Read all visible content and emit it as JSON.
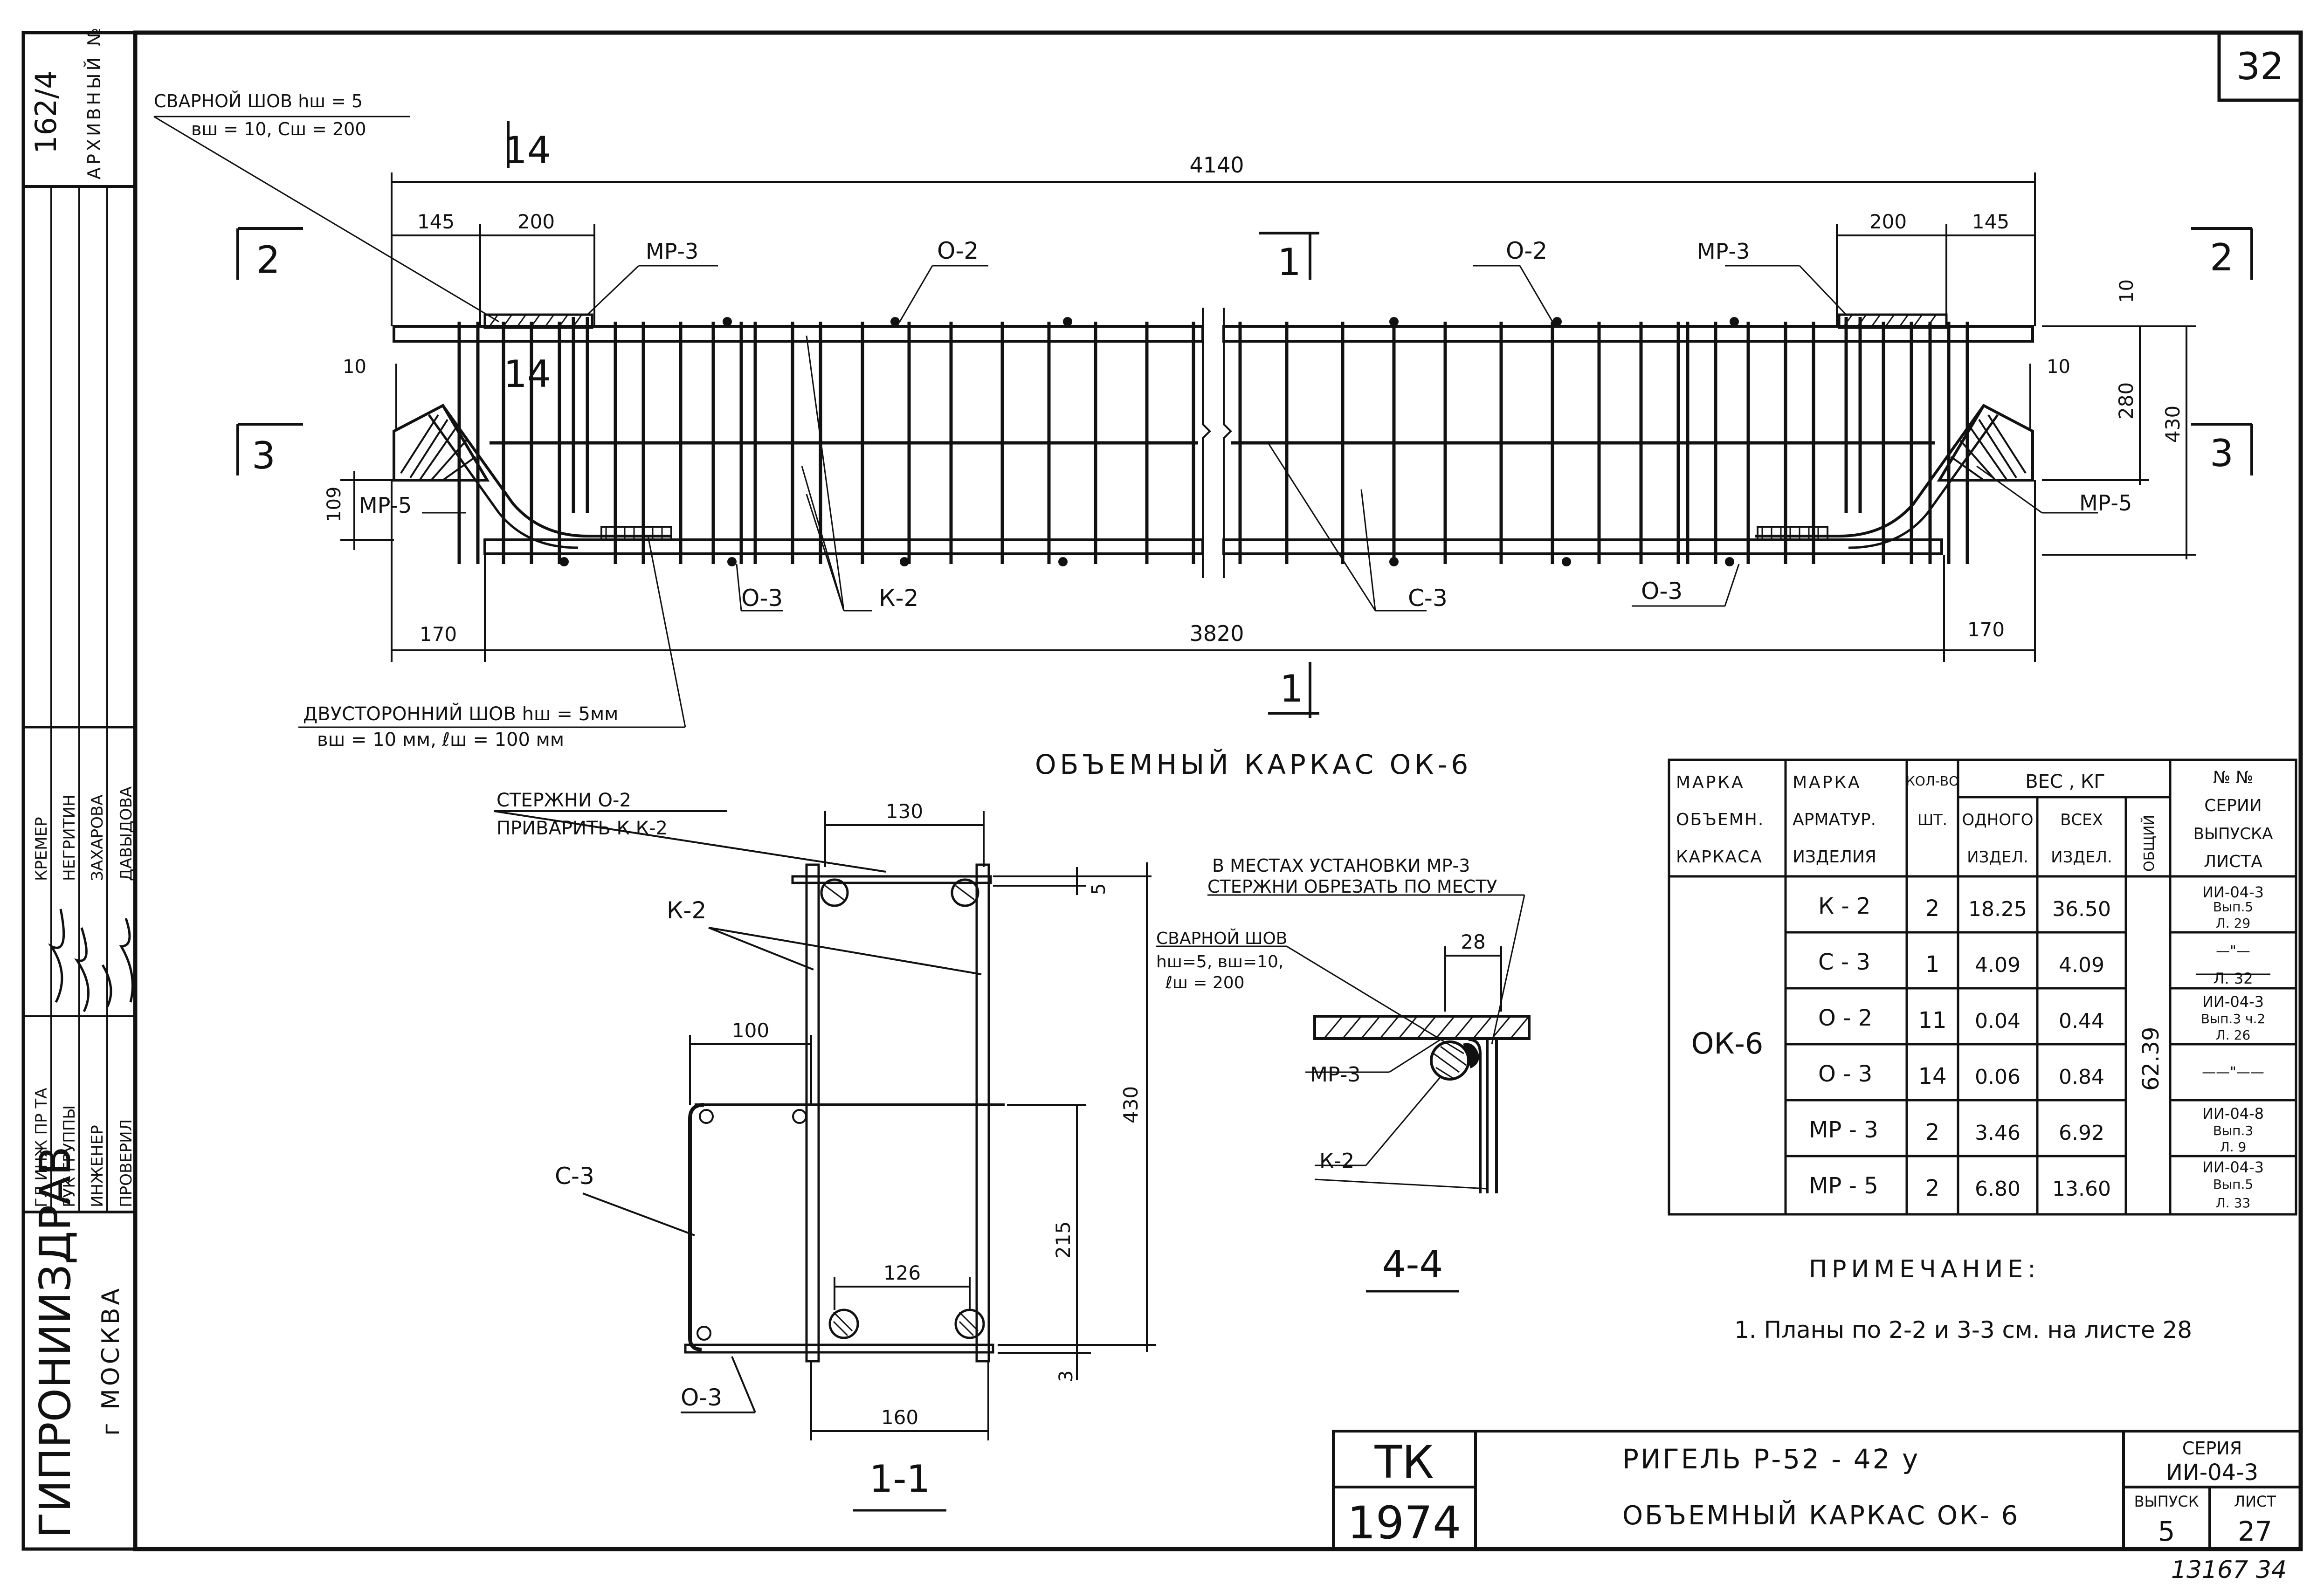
{
  "sheet_number": "32",
  "archive": {
    "number": "162/4",
    "label": "АРХИВНЫЙ №"
  },
  "side_stamp": {
    "org": "ГИПРОНИИЗДРАВ",
    "city": "г МОСКВА",
    "roles": [
      "ГЛ ИНЖ ПР ТА",
      "РУК ГРУППЫ",
      "ИНЖЕНЕР",
      "ПРОВЕРИЛ"
    ],
    "names": [
      "КРЕМЕР",
      "НЕГРИТИН",
      "ЗАХАРОВА",
      "ДАВЫДОВА"
    ]
  },
  "main_view": {
    "weld_note_line1": "СВАРНОЙ ШОВ hш = 5",
    "weld_note_line2": "вш = 10, Сш = 200",
    "section_14": "14",
    "total_length": "4140",
    "bottom_length": "3820",
    "dim_145": "145",
    "dim_200": "200",
    "dim_170": "170",
    "dim_10": "10",
    "dim_109": "109",
    "dim_280": "280",
    "dim_430": "430",
    "labels": {
      "mp3": "МР-3",
      "o2": "О-2",
      "mp5": "МР-5",
      "o3": "О-3",
      "k2": "К-2",
      "c3": "С-3"
    },
    "cuts": {
      "c1": "1",
      "c2": "2",
      "c3": "3"
    },
    "double_weld_line1": "ДВУСТОРОННИЙ ШОВ hш = 5мм",
    "double_weld_line2": "вш = 10 мм,  ℓш = 100 мм"
  },
  "title_main": "ОБЪЕМНЫЙ  КАРКАС  ОК-6",
  "section_1_1": {
    "note_line1": "СТЕРЖНИ О-2",
    "note_line2": "ПРИВАРИТЬ К  К-2",
    "dim_130": "130",
    "dim_5": "5",
    "dim_100": "100",
    "dim_430": "430",
    "dim_215": "215",
    "dim_126": "126",
    "dim_3": "3",
    "dim_160": "160",
    "k2": "К-2",
    "c3": "С-3",
    "o3": "О-3",
    "title": "1-1"
  },
  "section_4_4": {
    "note_line1": "В МЕСТАХ УСТАНОВКИ МР-3",
    "note_line2": "СТЕРЖНИ ОБРЕЗАТЬ ПО МЕСТУ",
    "weld_line1": "СВАРНОЙ ШОВ",
    "weld_line2": "hш=5, вш=10,",
    "weld_line3": "ℓш = 200",
    "dim_28": "28",
    "mp3": "МР-3",
    "k2": "К-2",
    "title": "4-4"
  },
  "spec_table": {
    "headers": {
      "frame": [
        "МАРКА",
        "ОБЪЕМН.",
        "КАРКАСА"
      ],
      "item": [
        "МАРКА",
        "АРМАТУР.",
        "ИЗДЕЛИЯ"
      ],
      "qty": [
        "КОЛ-ВО",
        "ШТ."
      ],
      "weight": "ВЕС , КГ",
      "one": [
        "ОДНОГО",
        "ИЗДЕЛ."
      ],
      "all": [
        "ВСЕХ",
        "ИЗДЕЛ."
      ],
      "total": "ОБЩИЙ",
      "series": [
        "№ №",
        "СЕРИИ",
        "ВЫПУСКА",
        "ЛИСТА"
      ]
    },
    "frame_mark": "ОК-6",
    "total_weight": "62.39",
    "rows": [
      {
        "item": "К - 2",
        "qty": "2",
        "one": "18.25",
        "all": "36.50",
        "ref": [
          "ИИ-04-3",
          "Вып.5",
          "Л. 29"
        ]
      },
      {
        "item": "С - 3",
        "qty": "1",
        "one": "4.09",
        "all": "4.09",
        "ref": [
          "—\"—",
          "Л. 32"
        ]
      },
      {
        "item": "О - 2",
        "qty": "11",
        "one": "0.04",
        "all": "0.44",
        "ref": [
          "ИИ-04-3",
          "Вып.3 ч.2",
          "Л. 26"
        ]
      },
      {
        "item": "О - 3",
        "qty": "14",
        "one": "0.06",
        "all": "0.84",
        "ref": [
          "——\"——"
        ]
      },
      {
        "item": "МР - 3",
        "qty": "2",
        "one": "3.46",
        "all": "6.92",
        "ref": [
          "ИИ-04-8",
          "Вып.3",
          "Л. 9"
        ]
      },
      {
        "item": "МР - 5",
        "qty": "2",
        "one": "6.80",
        "all": "13.60",
        "ref": [
          "ИИ-04-3",
          "Вып.5",
          "Л. 33"
        ]
      }
    ]
  },
  "notes": {
    "title": "ПРИМЕЧАНИЕ:",
    "item1": "1. Планы по 2-2 и 3-3 см. на листе 28"
  },
  "title_block": {
    "tk": "ТК",
    "year": "1974",
    "line1": "РИГЕЛЬ  Р-52 - 42 у",
    "line2": "ОБЪЕМНЫЙ  КАРКАС  ОК- 6",
    "series_label": "СЕРИЯ",
    "series": "ИИ-04-3",
    "issue_label": "ВЫПУСК",
    "issue": "5",
    "sheet_label": "ЛИСТ",
    "sheet": "27"
  },
  "footer_number": "13167  34"
}
